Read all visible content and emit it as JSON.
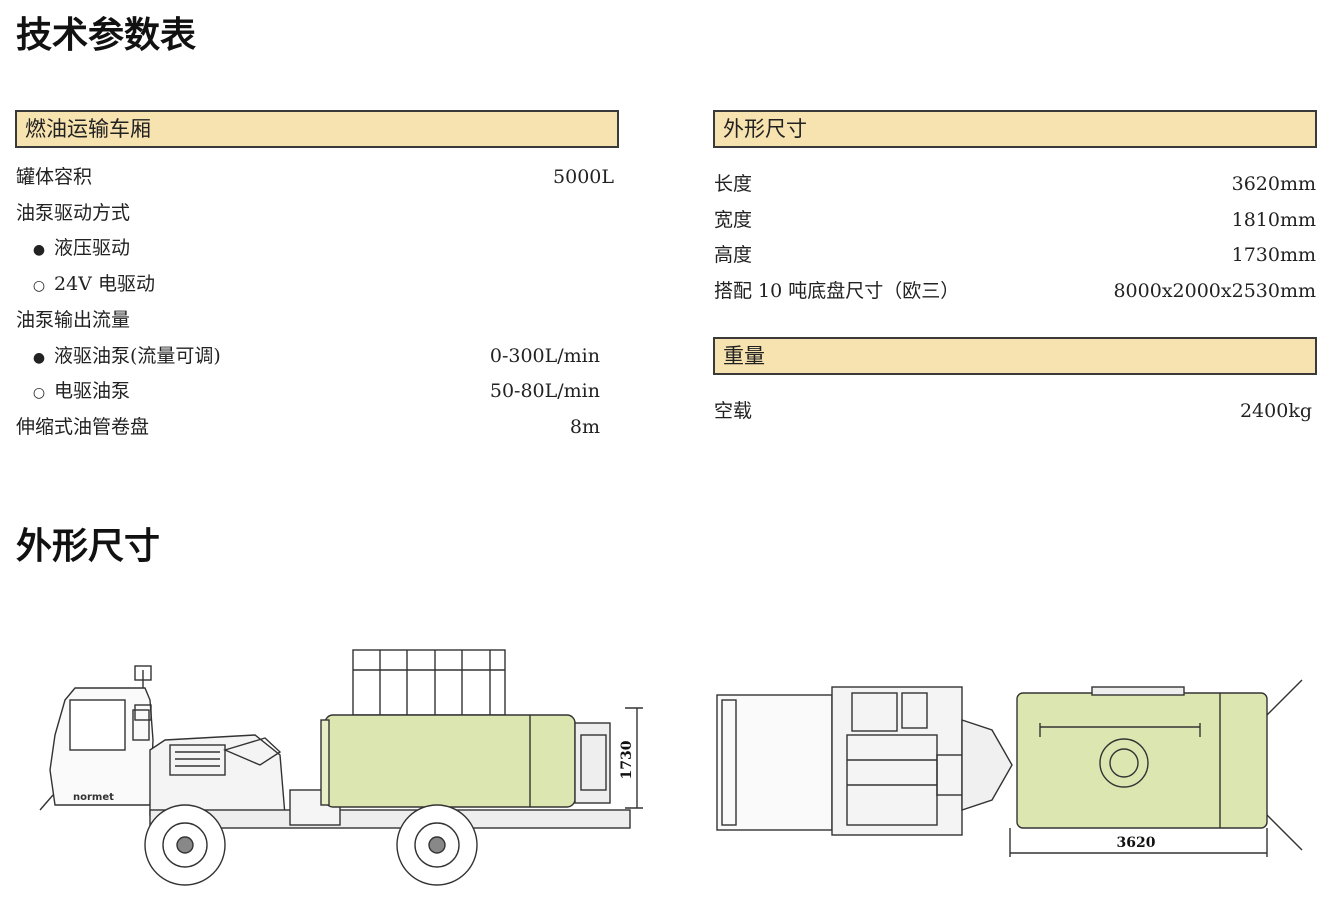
{
  "page_title": "技术参数表",
  "left_section": {
    "header": "燃油运输车厢",
    "rows": [
      {
        "label": "罐体容积",
        "value": "5000L"
      },
      {
        "label": "油泵驱动方式",
        "value": ""
      },
      {
        "bullet": "●",
        "label": "液压驱动",
        "value": ""
      },
      {
        "bullet": "○",
        "label": "24V 电驱动",
        "value": ""
      },
      {
        "label": "油泵输出流量",
        "value": ""
      },
      {
        "bullet": "●",
        "label": "液驱油泵(流量可调)",
        "value": "0-300L/min"
      },
      {
        "bullet": "○",
        "label": "电驱油泵",
        "value": "50-80L/min"
      },
      {
        "label": "伸缩式油管卷盘",
        "value": "8m"
      }
    ]
  },
  "right_dims": {
    "header": "外形尺寸",
    "rows": [
      {
        "label": "长度",
        "value": "3620mm"
      },
      {
        "label": "宽度",
        "value": "1810mm"
      },
      {
        "label": "高度",
        "value": "1730mm"
      },
      {
        "label": "搭配 10 吨底盘尺寸（欧三）",
        "value": "8000x2000x2530mm"
      }
    ]
  },
  "right_weight": {
    "header": "重量",
    "rows": [
      {
        "label": "空载",
        "value": "2400kg"
      }
    ]
  },
  "dims_title": "外形尺寸",
  "drawings": {
    "side_dim_label": "1730",
    "top_dim_label": "3620",
    "brand_text": "normet",
    "colors": {
      "tank": "#dce6b0",
      "line": "#333333"
    }
  }
}
